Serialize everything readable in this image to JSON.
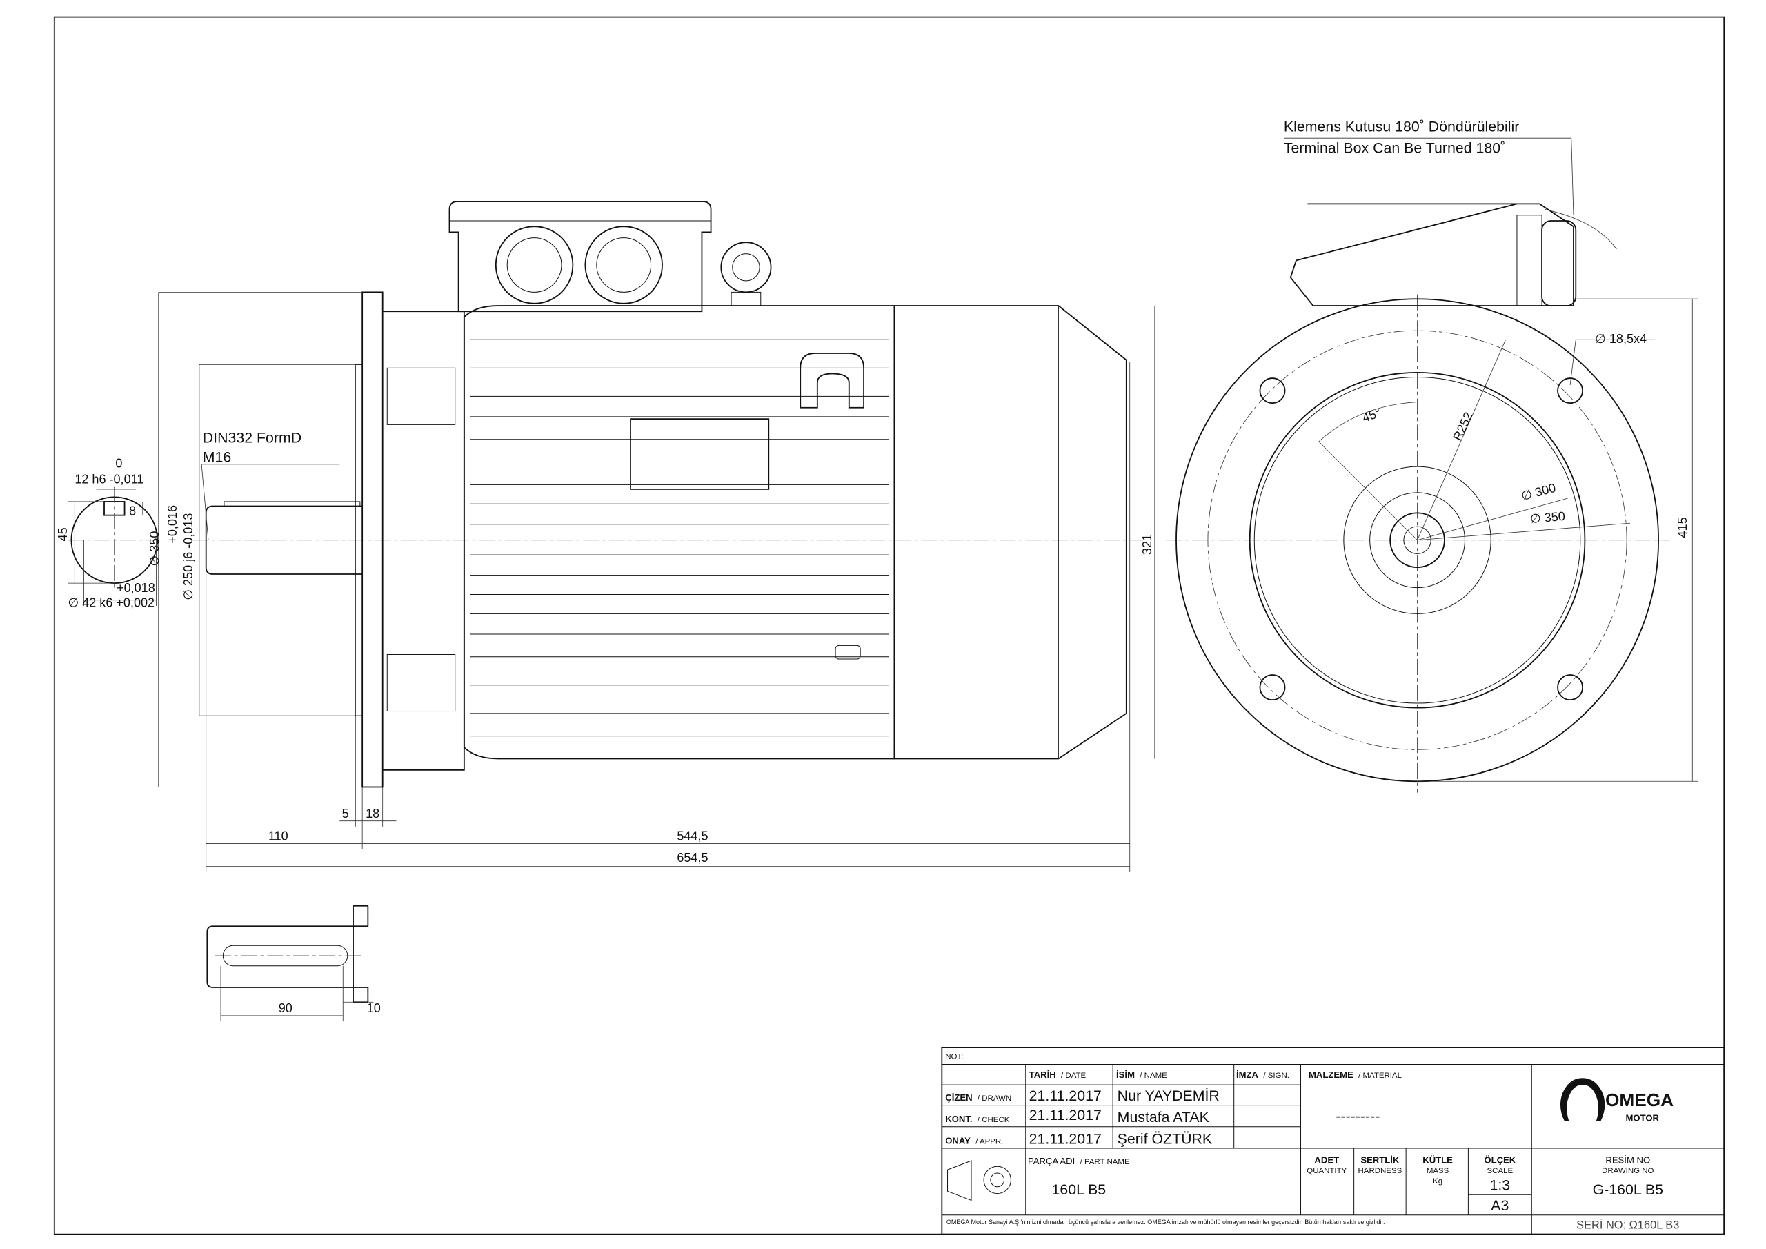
{
  "annotation": {
    "terminal_box_tr": "Klemens Kutusu 180˚ Döndürülebilir",
    "terminal_box_en": "Terminal Box Can Be Turned 180˚",
    "center_hole": "DIN332 FormD",
    "center_thread": "M16"
  },
  "dimensions": {
    "key_tol_upper": "0",
    "key_width": "12 h6 -0,011",
    "key_height": "8",
    "shaft_height": "45",
    "shaft_tol_upper": "+0,018",
    "shaft_dia": "∅ 42 k6 +0,002",
    "flange_dia": "∅ 350",
    "spigot_tol": "+0,016",
    "spigot_dia": "∅ 250 j6 -0,013",
    "gap": "5",
    "flange_thk": "18",
    "shaft_len": "110",
    "body_len": "544,5",
    "total_len": "654,5",
    "height": "321",
    "hole": "∅ 18,5x4",
    "angle": "45°",
    "radius": "R252",
    "pcd": "∅ 300",
    "outer": "∅ 350",
    "end_height": "415",
    "key_len": "90",
    "key_offset": "10"
  },
  "title_block": {
    "note_label": "NOT:",
    "date_hdr": "TARİH",
    "date_hdr_en": "/ DATE",
    "name_hdr": "İSİM",
    "name_hdr_en": "/ NAME",
    "sign_hdr": "İMZA",
    "sign_hdr_en": "/ SIGN.",
    "material_hdr": "MALZEME",
    "material_hdr_en": "/ MATERIAL",
    "material_value": "---------",
    "rows": [
      {
        "role": "ÇİZEN",
        "role_en": "/ DRAWN",
        "date": "21.11.2017",
        "name": "Nur YAYDEMİR"
      },
      {
        "role": "KONT.",
        "role_en": "/ CHECK",
        "date": "21.11.2017",
        "name": "Mustafa ATAK"
      },
      {
        "role": "ONAY",
        "role_en": "/ APPR.",
        "date": "21.11.2017",
        "name": "Şerif ÖZTÜRK"
      }
    ],
    "part_hdr": "PARÇA ADI",
    "part_hdr_en": "/ PART NAME",
    "part_name": "160L B5",
    "qty": "ADET",
    "qty_en": "QUANTITY",
    "hard": "SERTLİK",
    "hard_en": "HARDNESS",
    "mass": "KÜTLE",
    "mass_en": "MASS",
    "mass_unit": "Kg",
    "scale_hdr": "ÖLÇEK",
    "scale_en": "SCALE",
    "scale": "1:3",
    "paper": "A3",
    "drawing_no_hdr": "RESİM NO",
    "drawing_no_en": "DRAWING NO",
    "drawing_no": "G-160L B5",
    "serial": "SERİ NO: Ω160L B3",
    "footer": "OMEGA Motor Sanayi A.Ş.'nin izni olmadan üçüncü şahıslara verilemez. OMEGA imzalı ve mühürlü olmayan resimler geçersizdir. Bütün hakları saklı ve gizlidir.",
    "logo_text": "OMEGA",
    "logo_sub": "MOTOR"
  }
}
